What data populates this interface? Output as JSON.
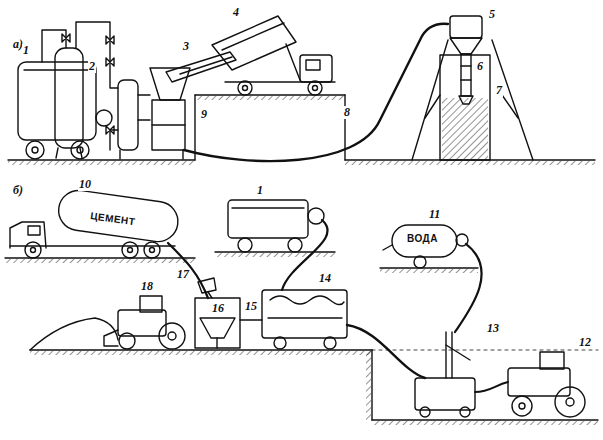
{
  "diagram": {
    "labels": [
      "а)",
      "1",
      "2",
      "3",
      "4",
      "5",
      "6",
      "7",
      "8",
      "9",
      "б)",
      "10",
      "ЦЕМЕНТ",
      "1",
      "11",
      "ВОДА",
      "17",
      "16",
      "15",
      "14",
      "18",
      "13",
      "12"
    ]
  }
}
